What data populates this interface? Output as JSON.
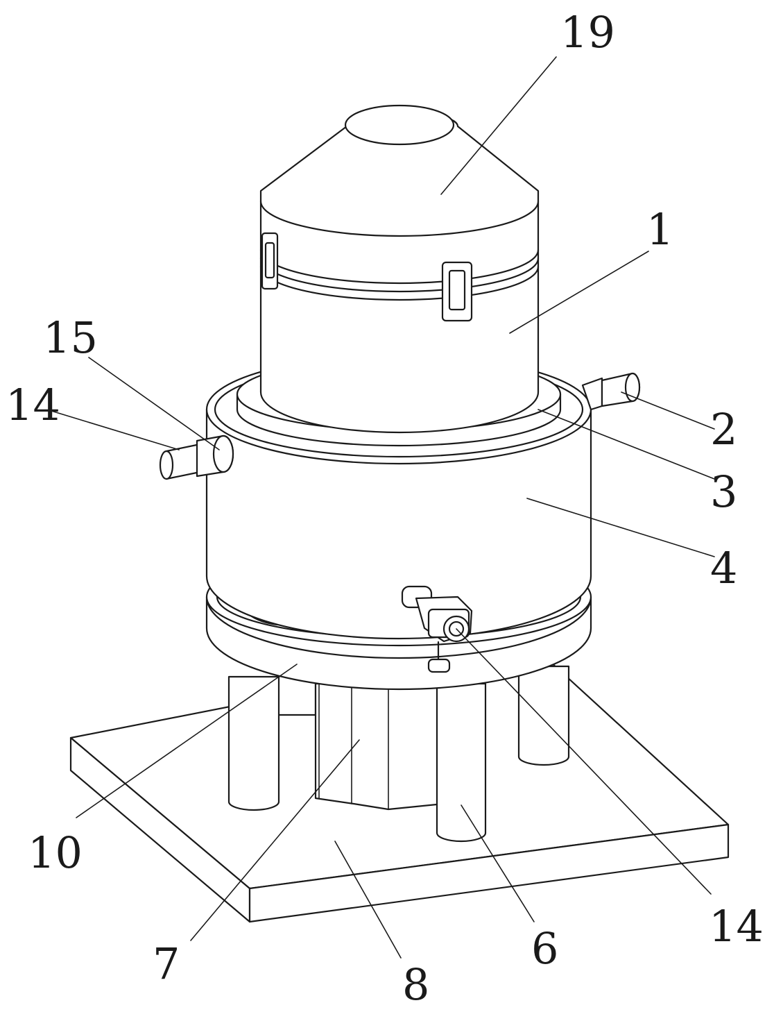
{
  "figure": {
    "labels": {
      "lid": "19",
      "upper_barrel": "1",
      "right_pipe": "2",
      "flange_ring": "3",
      "middle_barrel": "4",
      "left_nozzle": "14",
      "left_collar": "15",
      "valve_outlet": "14",
      "legs": "6",
      "bottom_tank": "7",
      "base_plate": "8",
      "support_ring": "10"
    }
  }
}
